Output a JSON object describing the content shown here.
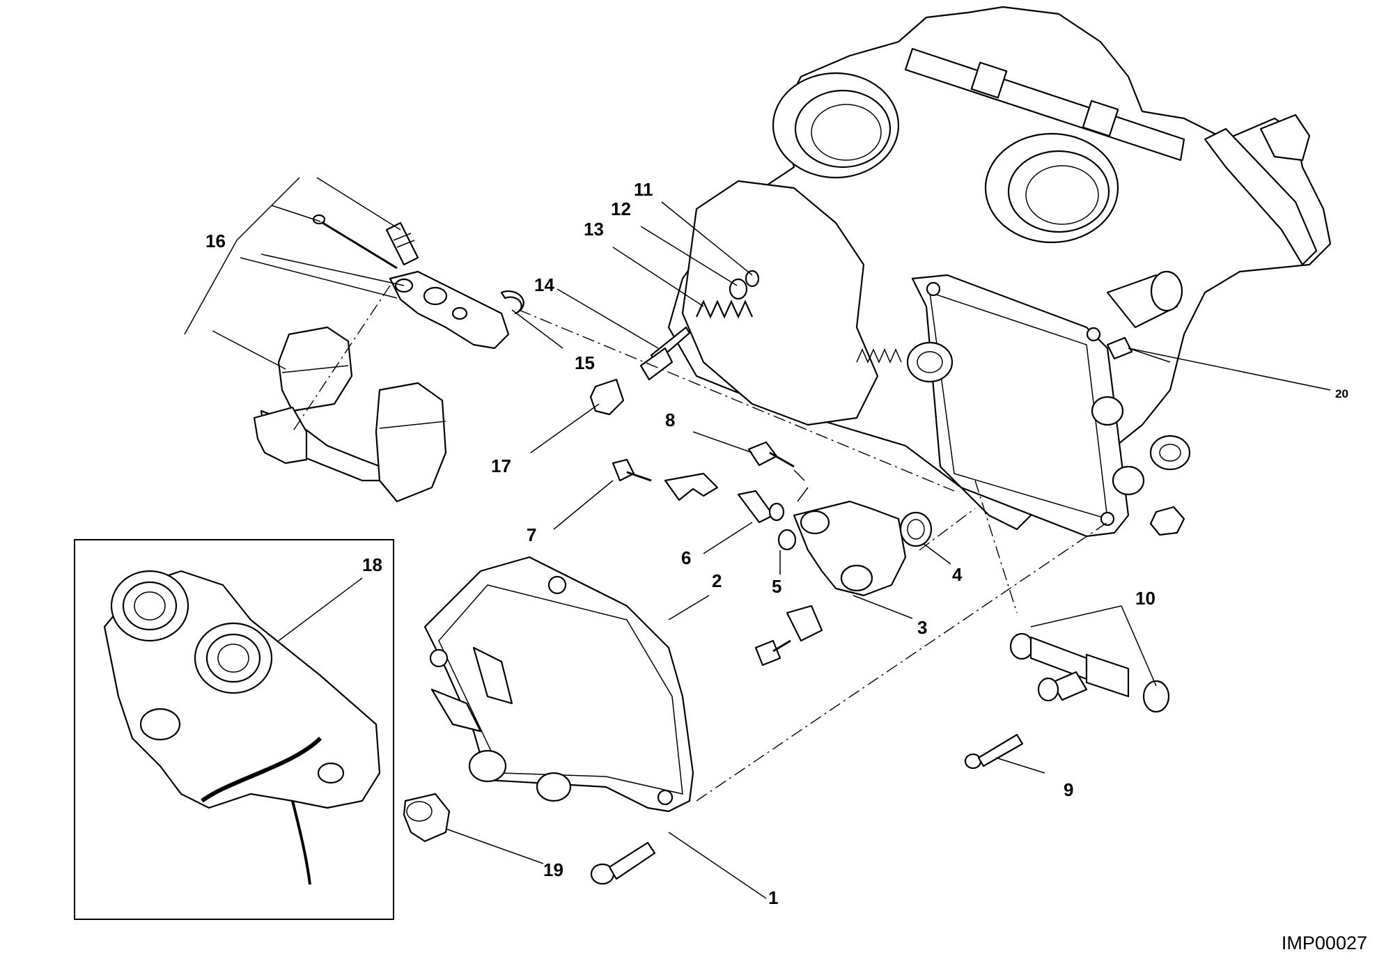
{
  "diagram": {
    "reference_code": "IMP00027",
    "callouts": [
      {
        "id": "1",
        "label": "1"
      },
      {
        "id": "2",
        "label": "2"
      },
      {
        "id": "3",
        "label": "3"
      },
      {
        "id": "4",
        "label": "4"
      },
      {
        "id": "5",
        "label": "5"
      },
      {
        "id": "6",
        "label": "6"
      },
      {
        "id": "7",
        "label": "7"
      },
      {
        "id": "8",
        "label": "8"
      },
      {
        "id": "9",
        "label": "9"
      },
      {
        "id": "10",
        "label": "10"
      },
      {
        "id": "11",
        "label": "11"
      },
      {
        "id": "12",
        "label": "12"
      },
      {
        "id": "13",
        "label": "13"
      },
      {
        "id": "14",
        "label": "14"
      },
      {
        "id": "15",
        "label": "15"
      },
      {
        "id": "16",
        "label": "16"
      },
      {
        "id": "17",
        "label": "17"
      },
      {
        "id": "18",
        "label": "18"
      },
      {
        "id": "19",
        "label": "19"
      },
      {
        "id": "20",
        "label": "20"
      }
    ]
  }
}
